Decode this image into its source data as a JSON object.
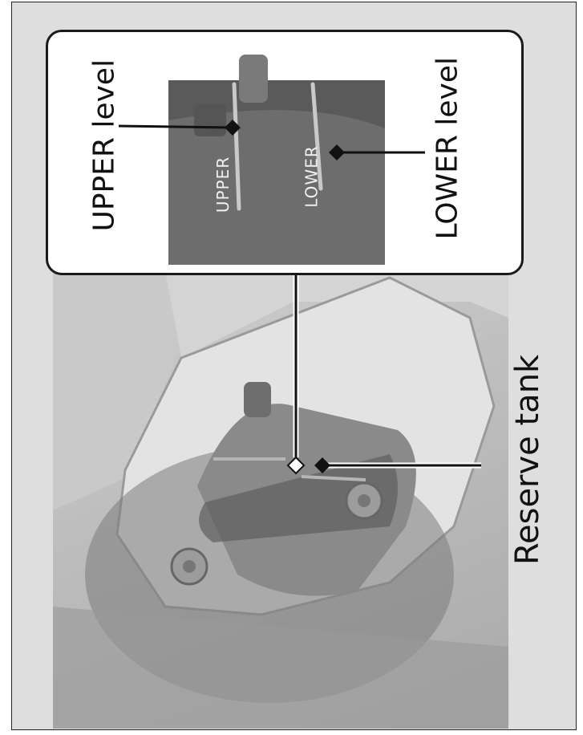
{
  "labels": {
    "upper_level": "UPPER level",
    "lower_level": "LOWER level",
    "reserve_tank": "Reserve tank"
  },
  "tank_markings": {
    "upper": "UPPER",
    "lower": "LOWER"
  },
  "colors": {
    "background": "#dedede",
    "callout_border": "#1a1a1a",
    "leader_line": "#111111",
    "tank": "#8a8a8a"
  }
}
